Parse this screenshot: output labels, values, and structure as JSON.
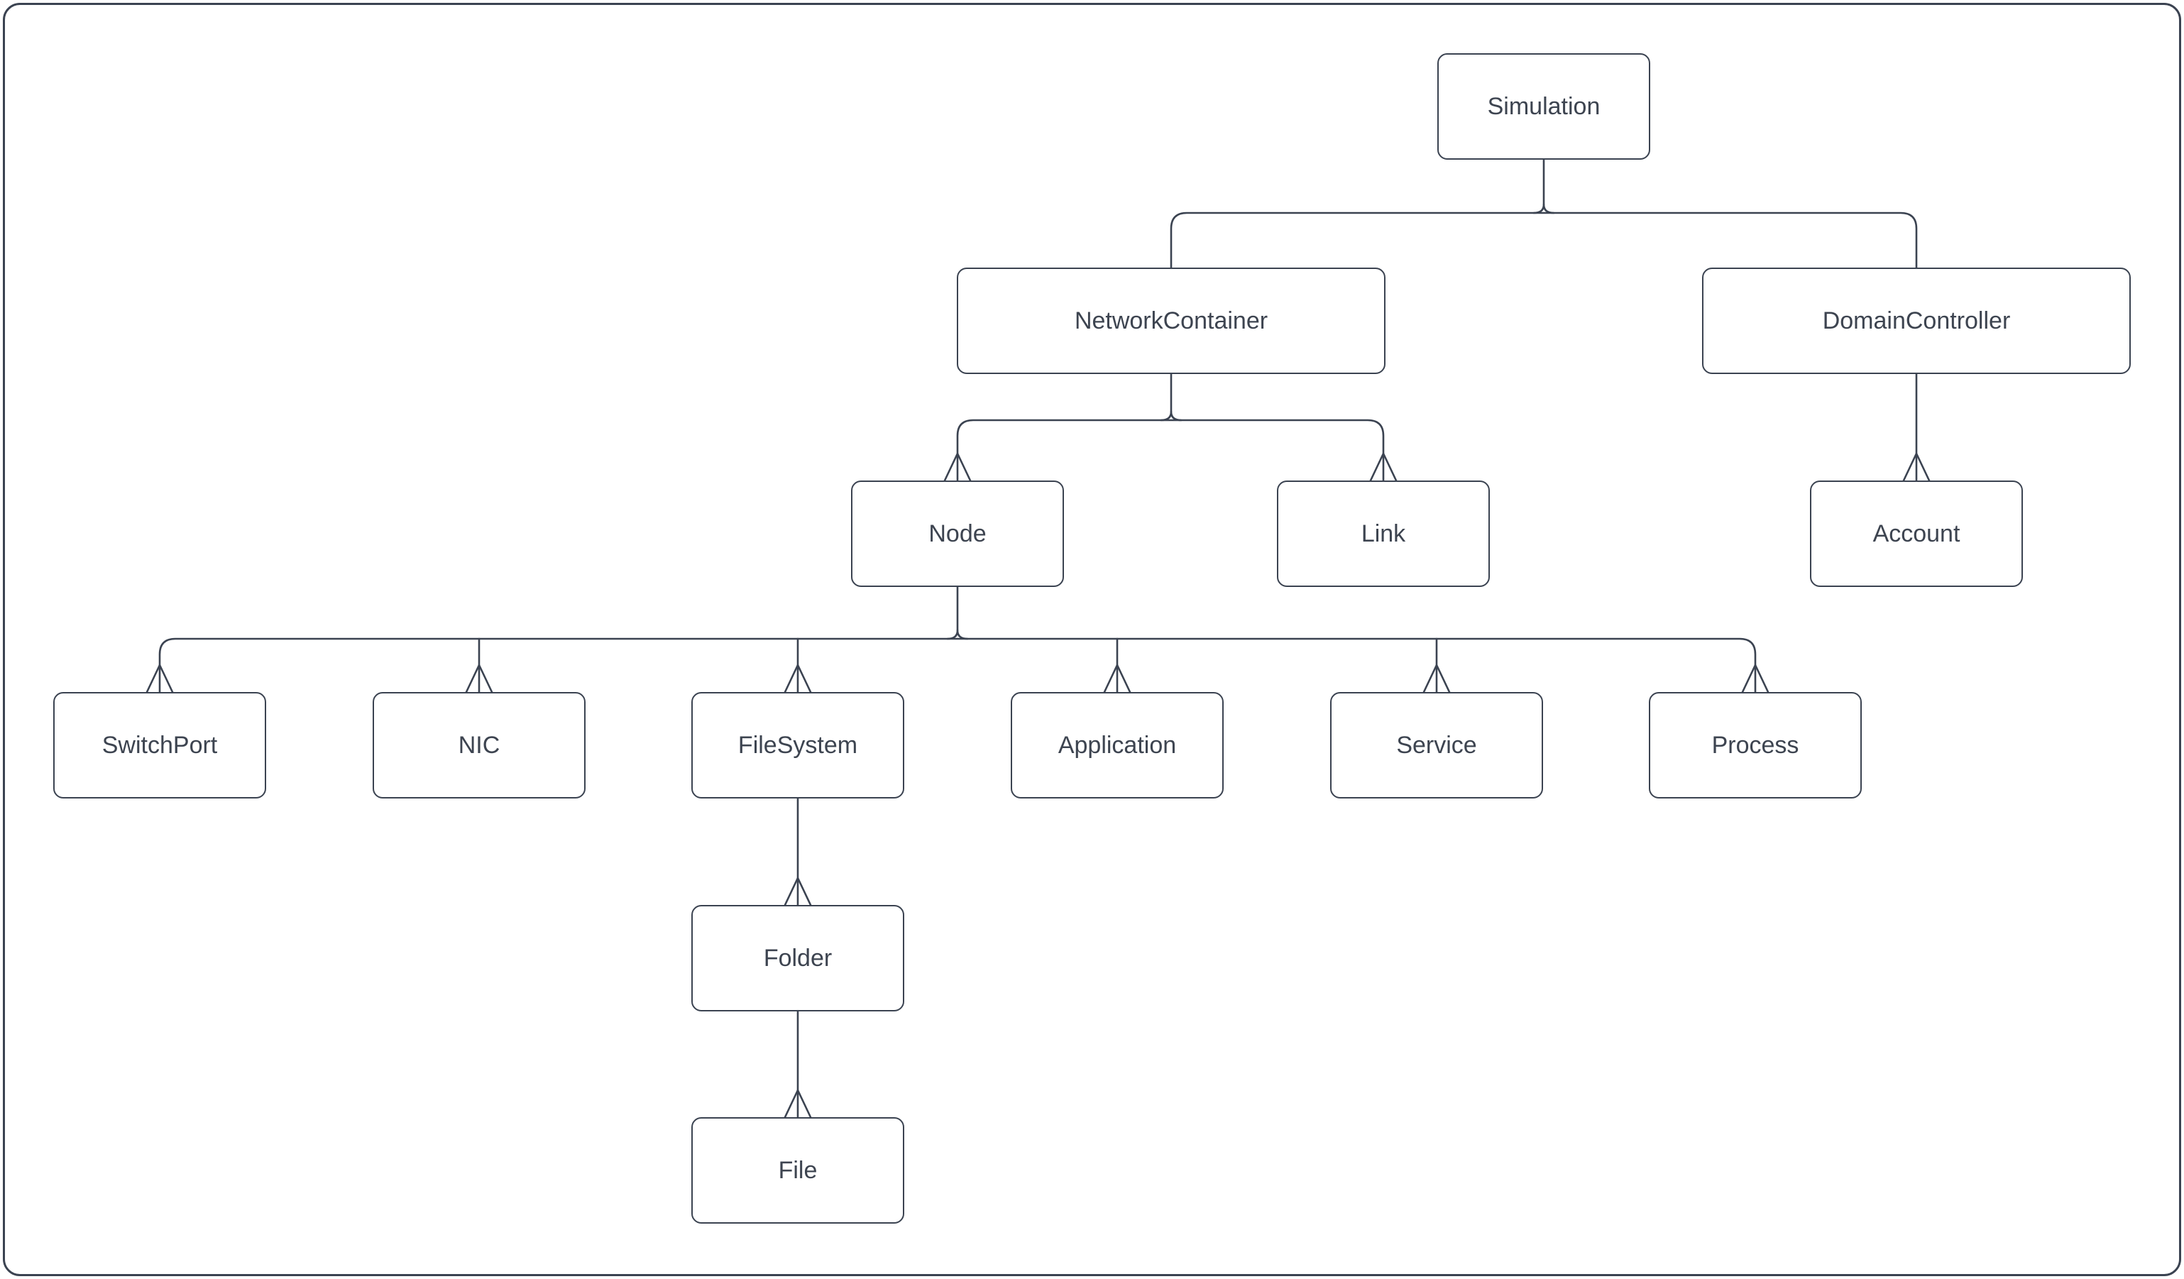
{
  "diagram": {
    "type": "tree",
    "nodes": {
      "simulation": {
        "label": "Simulation"
      },
      "networkContainer": {
        "label": "NetworkContainer"
      },
      "domainController": {
        "label": "DomainController"
      },
      "node": {
        "label": "Node"
      },
      "link": {
        "label": "Link"
      },
      "account": {
        "label": "Account"
      },
      "switchPort": {
        "label": "SwitchPort"
      },
      "nic": {
        "label": "NIC"
      },
      "fileSystem": {
        "label": "FileSystem"
      },
      "application": {
        "label": "Application"
      },
      "service": {
        "label": "Service"
      },
      "process": {
        "label": "Process"
      },
      "folder": {
        "label": "Folder"
      },
      "file": {
        "label": "File"
      }
    },
    "edges": [
      {
        "parent": "Simulation",
        "child": "NetworkContainer"
      },
      {
        "parent": "Simulation",
        "child": "DomainController"
      },
      {
        "parent": "NetworkContainer",
        "child": "Node"
      },
      {
        "parent": "NetworkContainer",
        "child": "Link"
      },
      {
        "parent": "DomainController",
        "child": "Account"
      },
      {
        "parent": "Node",
        "child": "SwitchPort"
      },
      {
        "parent": "Node",
        "child": "NIC"
      },
      {
        "parent": "Node",
        "child": "FileSystem"
      },
      {
        "parent": "Node",
        "child": "Application"
      },
      {
        "parent": "Node",
        "child": "Service"
      },
      {
        "parent": "Node",
        "child": "Process"
      },
      {
        "parent": "FileSystem",
        "child": "Folder"
      },
      {
        "parent": "Folder",
        "child": "File"
      }
    ]
  },
  "colors": {
    "stroke": "#3b4351",
    "text": "#3d4450",
    "background": "#ffffff"
  }
}
